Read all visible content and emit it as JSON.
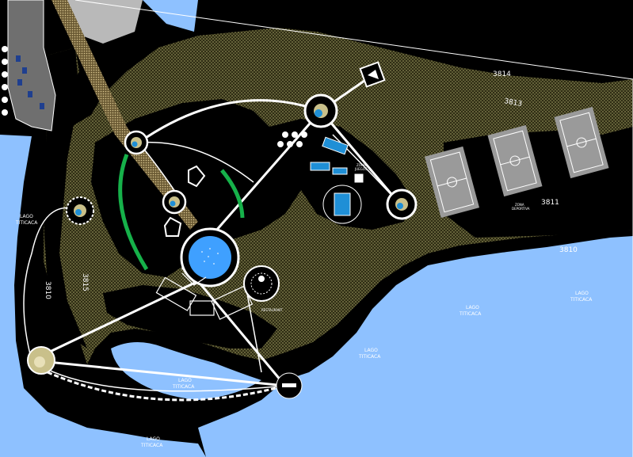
{
  "colors": {
    "water": "#8ec1ff",
    "land": "#2f2c14",
    "land_hatch": "#8b8a55",
    "background": "#000000",
    "path": "#ffffff",
    "green_arc": "#16b14a",
    "pool": "#3fa0ff",
    "court": "#9a9a9a",
    "sand": "#d8c58f",
    "gray_area": "#b9b9b9"
  },
  "lake_labels": [
    {
      "line1": "LAGO",
      "line2": "TITICACA"
    },
    {
      "line1": "LAGO",
      "line2": "TITICACA"
    },
    {
      "line1": "LAGO",
      "line2": "TITICACA"
    },
    {
      "line1": "LAGO",
      "line2": "TITICACA"
    },
    {
      "line1": "LAGO",
      "line2": "TITICACA"
    },
    {
      "line1": "LAGO",
      "line2": "TITICACA"
    }
  ],
  "contours": {
    "c3814": "3814",
    "c3813": "3813",
    "c3811": "3811",
    "c3810a": "3810",
    "c3810b": "3810",
    "c3815": "3815"
  },
  "zone_labels": {
    "zona_deportiva_1": "ZONA",
    "zona_deportiva_2": "DEPORTIVA",
    "zona_juegos_1": "ZONA",
    "zona_juegos_2": "JUEGOS",
    "restaurant": "RESTAURANT"
  },
  "icons": [
    "node-roundabout-icon",
    "basketball-court-icon",
    "pool-icon",
    "parking-icon",
    "play-equipment-icon"
  ]
}
